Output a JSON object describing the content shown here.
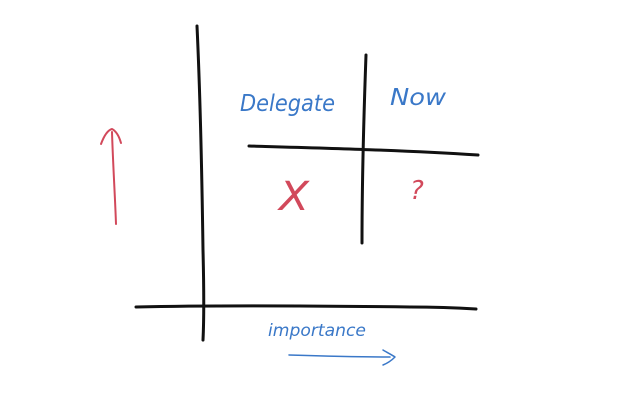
{
  "labels": {
    "top_left_quadrant": "Delegate",
    "top_right_quadrant": "Now",
    "left_quadrant_mark": "X",
    "right_quadrant_mark": "?",
    "x_axis_label": "importance"
  },
  "colors": {
    "axes": "#111111",
    "red_marks": "#d2495b",
    "blue_text": "#3a78c8"
  }
}
